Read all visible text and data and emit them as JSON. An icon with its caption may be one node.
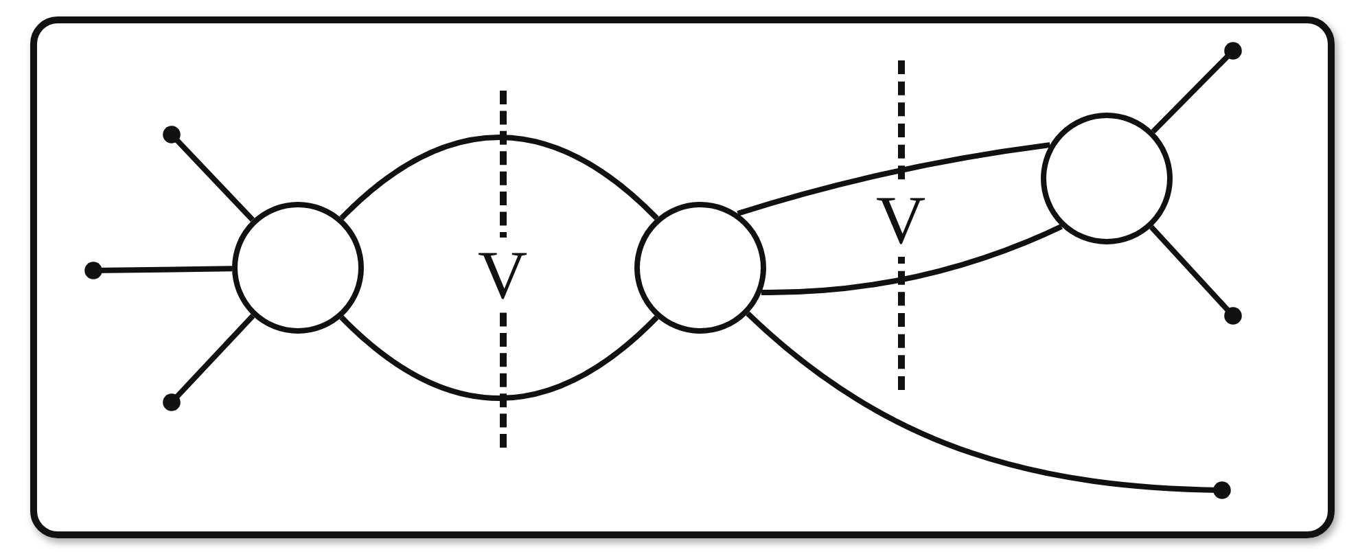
{
  "diagram": {
    "nodes": [
      {
        "text": [],
        "shape": "circle"
      },
      {
        "text": [],
        "shape": "circle"
      },
      {
        "text": [],
        "shape": "circle"
      }
    ],
    "edges": [
      {
        "from": 0,
        "to": 1,
        "arrow": "none"
      },
      {
        "from": 0,
        "to": 1,
        "arrow": "none"
      },
      {
        "from": 1,
        "to": 2,
        "arrow": "none"
      },
      {
        "from": 1,
        "to": 2,
        "arrow": "none"
      },
      {
        "from": 1,
        "to": null,
        "arrow": "other"
      },
      {
        "from": 0,
        "to": null,
        "arrow": "other"
      },
      {
        "from": 0,
        "to": null,
        "arrow": "other"
      },
      {
        "from": 0,
        "to": null,
        "arrow": "other"
      },
      {
        "from": 2,
        "to": null,
        "arrow": "other"
      },
      {
        "from": 2,
        "to": null,
        "arrow": "other"
      }
    ],
    "labels": [
      "V",
      "V"
    ]
  }
}
